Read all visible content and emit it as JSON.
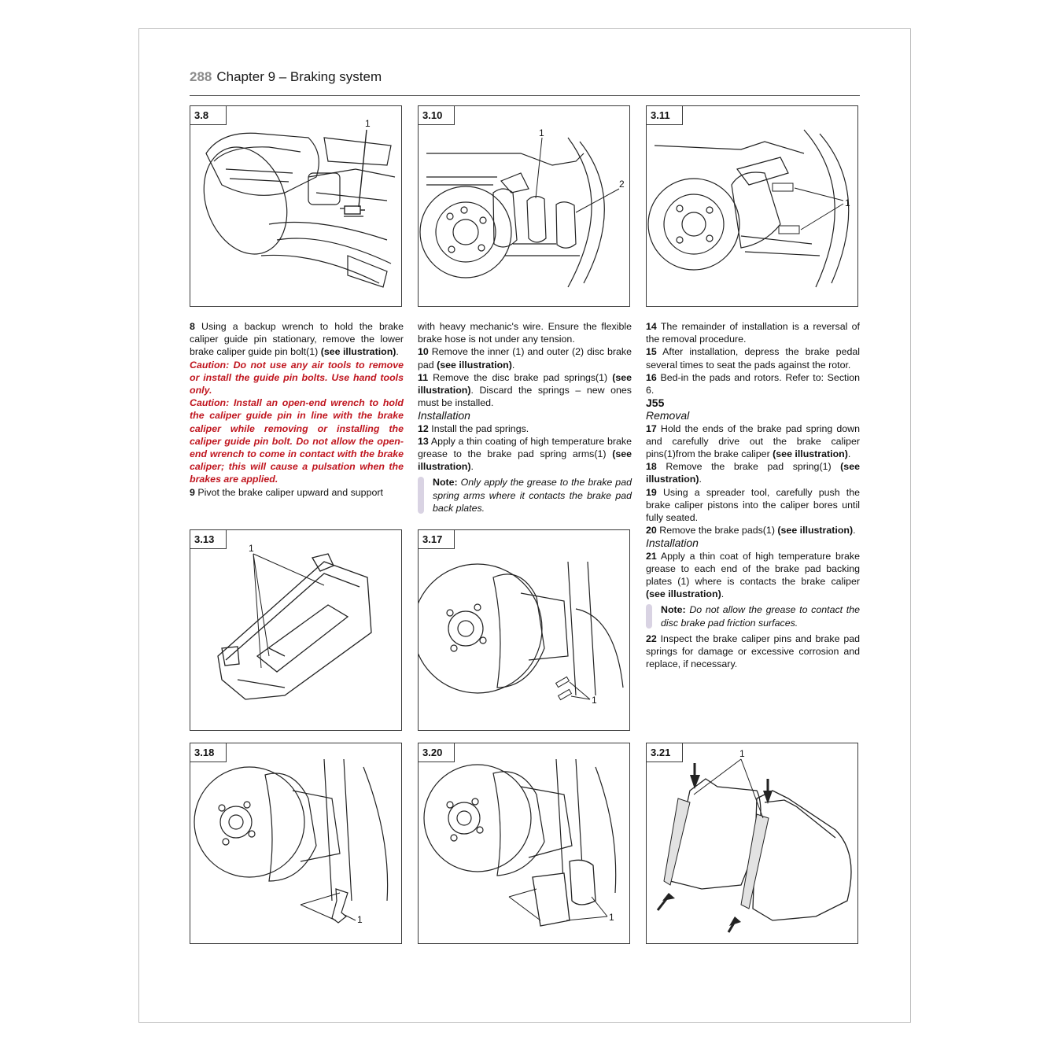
{
  "header": {
    "page_number": "288",
    "chapter": "Chapter 9 – Braking system"
  },
  "figures": {
    "f38": {
      "label": "3.8",
      "callouts": [
        "1"
      ]
    },
    "f310": {
      "label": "3.10",
      "callouts": [
        "1",
        "2"
      ]
    },
    "f311": {
      "label": "3.11",
      "callouts": [
        "1"
      ]
    },
    "f313": {
      "label": "3.13",
      "callouts": [
        "1"
      ]
    },
    "f317": {
      "label": "3.17",
      "callouts": [
        "1"
      ]
    },
    "f318": {
      "label": "3.18",
      "callouts": [
        "1"
      ]
    },
    "f320": {
      "label": "3.20",
      "callouts": [
        "1"
      ]
    },
    "f321": {
      "label": "3.21",
      "callouts": [
        "1"
      ]
    }
  },
  "col1": {
    "s8_num": "8",
    "s8_text": "Using a backup wrench to hold the brake caliper guide pin stationary, remove the lower brake caliper guide pin bolt(1)",
    "s8_ref": "(see illustration)",
    "caution1": "Caution: Do not use any air tools to remove or install the guide pin bolts. Use hand tools only.",
    "caution2": "Caution: Install an open-end wrench to hold the caliper guide pin in line with the brake caliper while removing or installing the caliper guide pin bolt. Do not allow the open-end wrench to come in contact with the brake caliper; this will cause a pulsation when the brakes are applied.",
    "s9_num": "9",
    "s9_text": "Pivot the brake caliper upward and support"
  },
  "col2": {
    "s9_cont": "with heavy mechanic's wire. Ensure the flexible brake hose is not under any tension.",
    "s10_num": "10",
    "s10_text": "Remove the inner (1) and outer (2) disc brake pad",
    "s10_ref": "(see illustration)",
    "s11_num": "11",
    "s11_text": "Remove the disc brake pad springs(1)",
    "s11_ref": "(see illustration)",
    "s11_tail": ". Discard the springs – new ones must be installed.",
    "installation": "Installation",
    "s12_num": "12",
    "s12_text": "Install the pad springs.",
    "s13_num": "13",
    "s13_text": "Apply a thin coating of high temperature brake grease to the brake pad spring arms(1)",
    "s13_ref": "(see illustration)",
    "note_label": "Note:",
    "note_text": "Only apply the grease to the brake pad spring arms where it contacts the brake pad back plates."
  },
  "col3": {
    "s14_num": "14",
    "s14_text": "The remainder of installation is a reversal of the removal procedure.",
    "s15_num": "15",
    "s15_text": "After installation, depress the brake pedal several times to seat the pads against the rotor.",
    "s16_num": "16",
    "s16_text": "Bed-in the pads and rotors. Refer to: Section 6.",
    "j55": "J55",
    "removal": "Removal",
    "s17_num": "17",
    "s17_text": "Hold the ends of the brake pad spring down and carefully drive out the brake caliper pins(1)from the brake caliper",
    "s17_ref": "(see illustration)",
    "s18_num": "18",
    "s18_text": "Remove the brake pad spring(1)",
    "s18_ref": "(see illustration)",
    "s19_num": "19",
    "s19_text": "Using a spreader tool, carefully push the brake caliper pistons into the caliper bores until fully seated.",
    "s20_num": "20",
    "s20_text": "Remove the brake pads(1)",
    "s20_ref": "(see illustration)",
    "installation": "Installation",
    "s21_num": "21",
    "s21_text": "Apply a thin coat of high temperature brake grease to each end of the brake pad backing plates (1) where is contacts the brake caliper",
    "s21_ref": "(see illustration)",
    "note_label": "Note:",
    "note_text": "Do not allow the grease to contact the disc brake pad friction surfaces.",
    "s22_num": "22",
    "s22_text": "Inspect the brake caliper pins and brake pad springs for damage or excessive corrosion and replace, if necessary."
  }
}
